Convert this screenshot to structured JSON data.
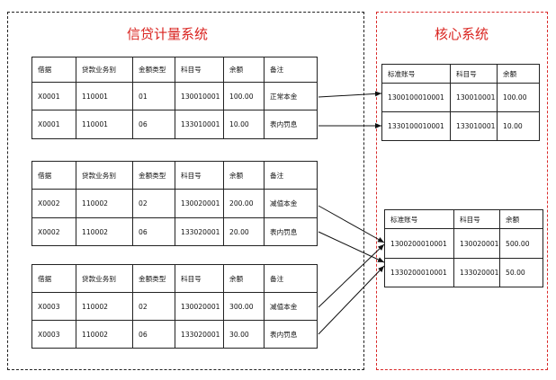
{
  "left_system": {
    "title": "信贷计量系统",
    "columns": [
      "借据",
      "贷款业务别",
      "金额类型",
      "科目号",
      "余额",
      "备注"
    ],
    "tables": [
      {
        "rows": [
          [
            "X0001",
            "110001",
            "01",
            "130010001",
            "100.00",
            "正常本金"
          ],
          [
            "X0001",
            "110001",
            "06",
            "133010001",
            "10.00",
            "表内罚息"
          ]
        ]
      },
      {
        "rows": [
          [
            "X0002",
            "110002",
            "02",
            "130020001",
            "200.00",
            "减值本金"
          ],
          [
            "X0002",
            "110002",
            "06",
            "133020001",
            "20.00",
            "表内罚息"
          ]
        ]
      },
      {
        "rows": [
          [
            "X0003",
            "110002",
            "02",
            "130020001",
            "300.00",
            "减值本金"
          ],
          [
            "X0003",
            "110002",
            "06",
            "133020001",
            "30.00",
            "表内罚息"
          ]
        ]
      }
    ]
  },
  "right_system": {
    "title": "核心系统",
    "columns": [
      "标准账号",
      "科目号",
      "余额"
    ],
    "tables": [
      {
        "rows": [
          [
            "1300100010001",
            "130010001",
            "100.00"
          ],
          [
            "1330100010001",
            "133010001",
            "10.00"
          ]
        ]
      },
      {
        "rows": [
          [
            "1300200010001",
            "130020001",
            "500.00"
          ],
          [
            "1330200010001",
            "133020001",
            "50.00"
          ]
        ]
      }
    ]
  },
  "colors": {
    "left_frame": "#222222",
    "right_frame": "#d92b2b",
    "title": "#d9231f",
    "lines": "#111111"
  }
}
